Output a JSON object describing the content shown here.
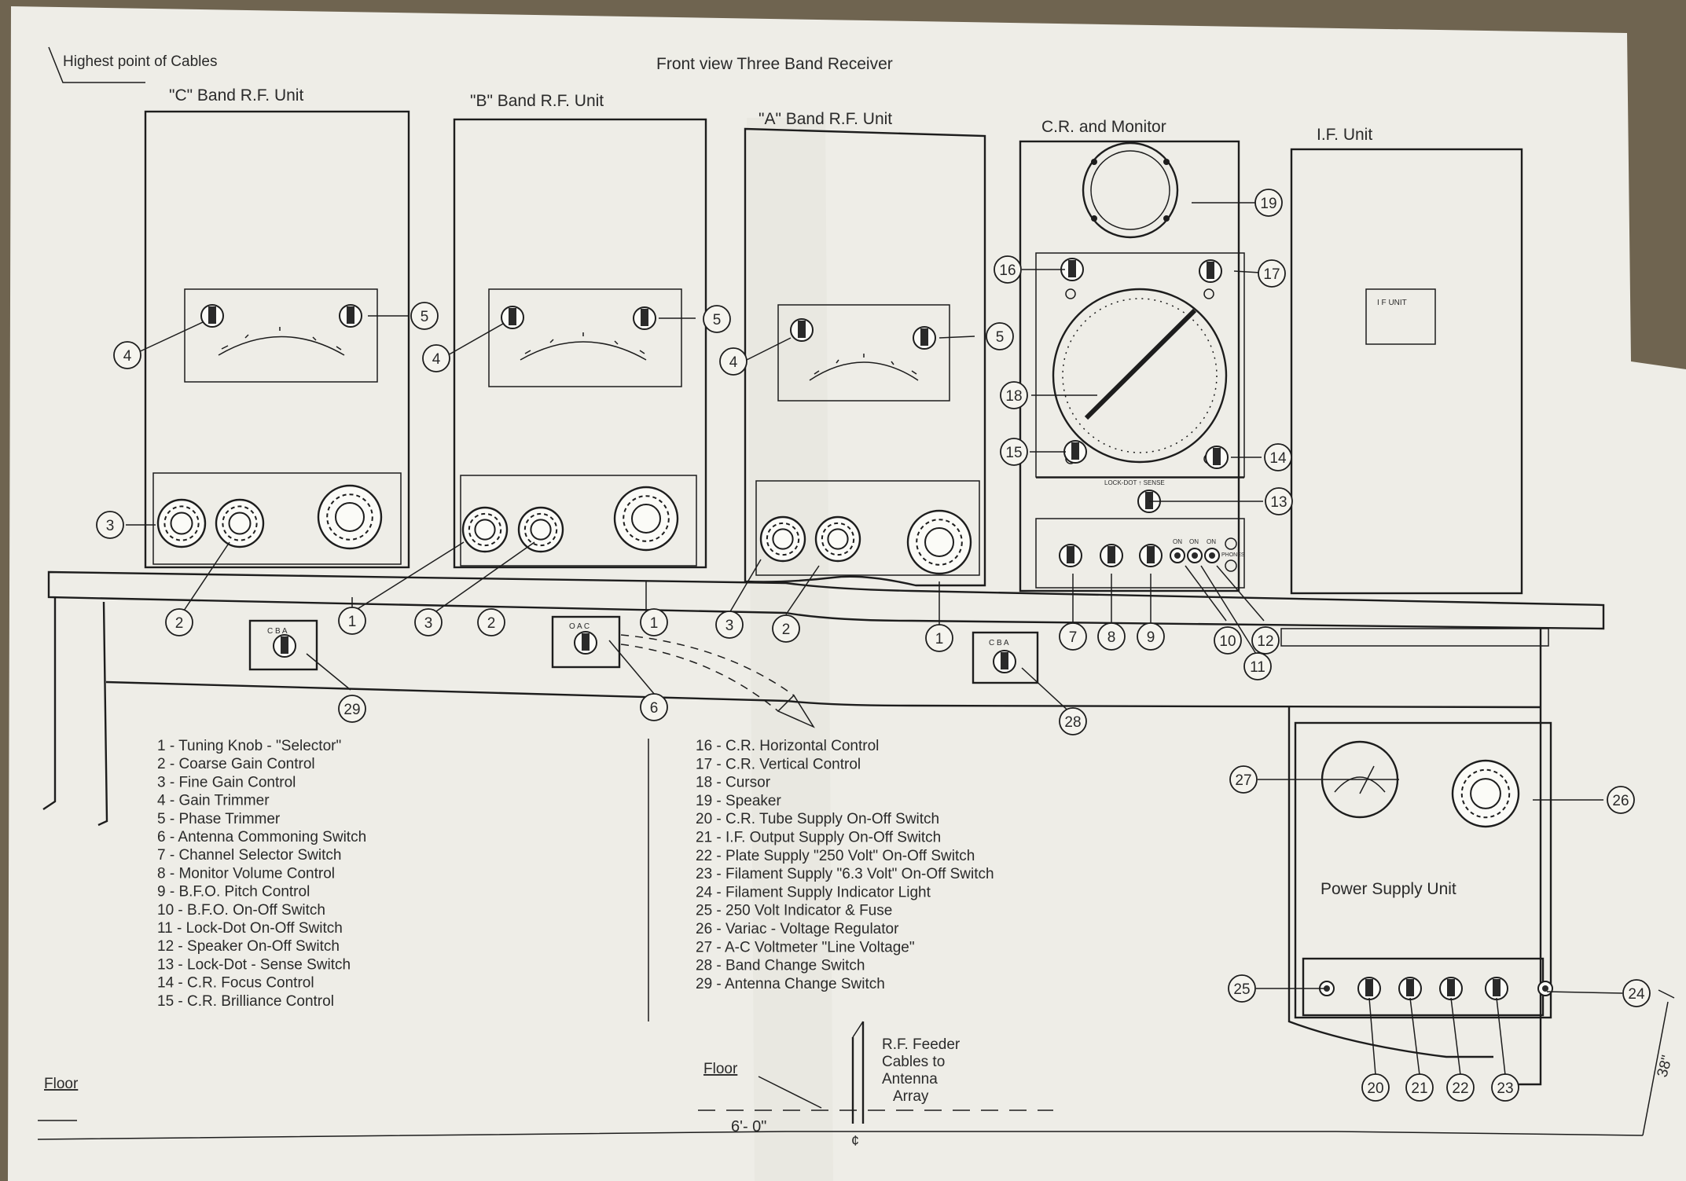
{
  "header": {
    "corner_note": "Highest point of Cables",
    "title": "Front view Three Band Receiver"
  },
  "units": {
    "c_band": "\"C\" Band R.F. Unit",
    "b_band": "\"B\" Band R.F. Unit",
    "a_band": "\"A\" Band R.F. Unit",
    "cr_monitor": "C.R. and Monitor",
    "if_unit": "I.F. Unit",
    "if_box": "I F UNIT",
    "power_supply": "Power Supply Unit"
  },
  "small_labels": {
    "cba": "C B A",
    "oac": "O A C",
    "lockdot_sense": "LOCK-DOT ↑ SENSE",
    "on": "ON",
    "phones": "PHONES"
  },
  "callouts": {
    "c1": "1",
    "c2": "2",
    "c3": "3",
    "c4": "4",
    "c5": "5",
    "c6": "6",
    "c7": "7",
    "c8": "8",
    "c9": "9",
    "c10": "10",
    "c11": "11",
    "c12": "12",
    "c13": "13",
    "c14": "14",
    "c15": "15",
    "c16": "16",
    "c17": "17",
    "c18": "18",
    "c19": "19",
    "c20": "20",
    "c21": "21",
    "c22": "22",
    "c23": "23",
    "c24": "24",
    "c25": "25",
    "c26": "26",
    "c27": "27",
    "c28": "28",
    "c29": "29"
  },
  "legend_left": [
    "1 - Tuning Knob - \"Selector\"",
    "2 - Coarse Gain Control",
    "3 - Fine Gain Control",
    "4 - Gain Trimmer",
    "5 - Phase Trimmer",
    "6 - Antenna Commoning Switch",
    "7 - Channel Selector Switch",
    "8 - Monitor Volume Control",
    "9 - B.F.O. Pitch Control",
    "10 - B.F.O. On-Off Switch",
    "11 - Lock-Dot On-Off Switch",
    "12 - Speaker On-Off Switch",
    "13 - Lock-Dot - Sense Switch",
    "14 - C.R. Focus Control",
    "15 - C.R. Brilliance Control"
  ],
  "legend_right": [
    "16 - C.R. Horizontal Control",
    "17 - C.R. Vertical Control",
    "18 - Cursor",
    "19 - Speaker",
    "20 - C.R. Tube Supply On-Off Switch",
    "21 - I.F. Output Supply On-Off Switch",
    "22 - Plate Supply \"250 Volt\" On-Off Switch",
    "23 - Filament Supply \"6.3 Volt\" On-Off Switch",
    "24 - Filament Supply Indicator Light",
    "25 - 250 Volt Indicator & Fuse",
    "26 - Variac - Voltage Regulator",
    "27 - A-C Voltmeter \"Line Voltage\"",
    "28 - Band Change Switch",
    "29 - Antenna Change Switch"
  ],
  "footer": {
    "floor_left": "Floor",
    "floor_mid": "Floor",
    "feeder": [
      "R.F. Feeder",
      "Cables to",
      "Antenna",
      "Array"
    ],
    "width_dim": "6'- 0\"",
    "centerline": "¢",
    "height_dim": "38\""
  },
  "colors": {
    "carpet": "#6f6450",
    "paper": "#eeede7",
    "ink": "#1d1d1d"
  }
}
